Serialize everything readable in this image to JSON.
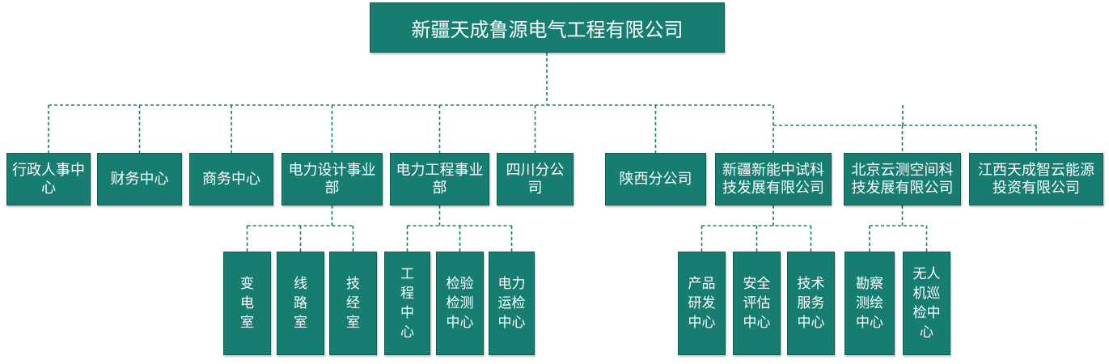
{
  "colors": {
    "box": "#167d70",
    "line": "#167d70",
    "box_border": "#0f5c52"
  },
  "root": {
    "label": "新疆天成鲁源电气工程有限公司"
  },
  "departments": [
    {
      "id": "admin",
      "label": "行政人事中心"
    },
    {
      "id": "finance",
      "label": "财务中心"
    },
    {
      "id": "business",
      "label": "商务中心"
    },
    {
      "id": "power_design",
      "label": "电力设计事业部"
    },
    {
      "id": "power_eng",
      "label": "电力工程事业部"
    },
    {
      "id": "sichuan",
      "label": "四川分公司"
    },
    {
      "id": "shaanxi",
      "label": "陕西分公司"
    },
    {
      "id": "xj_new_energy",
      "label": "新疆新能中试科技发展有限公司"
    },
    {
      "id": "bj_cloud",
      "label": "北京云测空间科技发展有限公司"
    },
    {
      "id": "jx_smart",
      "label": "江西天成智云能源投资有限公司"
    }
  ],
  "sub_units": [
    {
      "parent": "power_design",
      "label": "变\n电\n室"
    },
    {
      "parent": "power_design",
      "label": "线\n路\n室"
    },
    {
      "parent": "power_design",
      "label": "技\n经\n室"
    },
    {
      "parent": "power_eng",
      "label": "工\n程\n中\n心"
    },
    {
      "parent": "power_eng",
      "label": "检验\n检测\n中心"
    },
    {
      "parent": "power_eng",
      "label": "电力\n运检\n中心"
    },
    {
      "parent": "xj_new_energy",
      "label": "产品\n研发\n中心"
    },
    {
      "parent": "xj_new_energy",
      "label": "安全\n评估\n中心"
    },
    {
      "parent": "xj_new_energy",
      "label": "技术\n服务\n中心"
    },
    {
      "parent": "bj_cloud",
      "label": "勘察\n测绘\n中心"
    },
    {
      "parent": "bj_cloud",
      "label": "无人\n机巡\n检中\n心"
    }
  ]
}
